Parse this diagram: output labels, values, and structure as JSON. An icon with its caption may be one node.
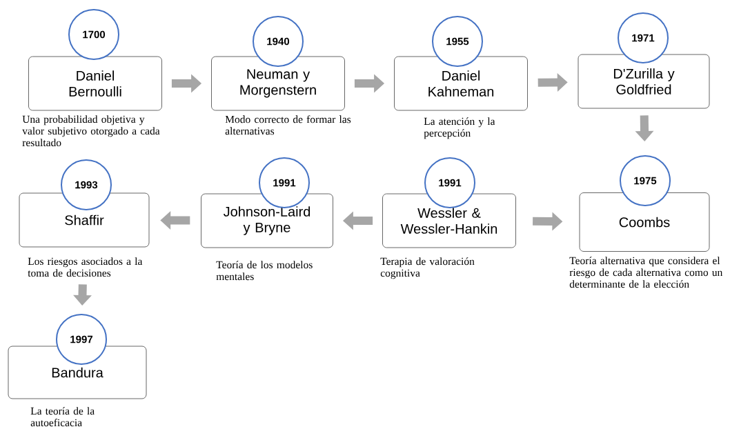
{
  "diagram": {
    "nodes": [
      {
        "text": [
          "1700"
        ]
      },
      {
        "text": [
          "Daniel Bernoulli"
        ],
        "beside": [
          "Una probabilidad objetiva y valor subjetivo otorgado a cada resultado"
        ]
      },
      {
        "text": [
          "1940"
        ]
      },
      {
        "text": [
          "Neuman y Morgenstern"
        ],
        "beside": [
          "Modo correcto de formar las alternativas"
        ]
      },
      {
        "text": [
          "1955"
        ]
      },
      {
        "text": [
          "Daniel Kahneman"
        ],
        "beside": [
          "La atención y la percepción"
        ]
      },
      {
        "text": [
          "1971"
        ]
      },
      {
        "text": [
          "D'Zurilla y Goldfried"
        ]
      },
      {
        "text": [
          "1993"
        ]
      },
      {
        "text": [
          "Shaffir"
        ],
        "beside": [
          "Los riesgos asociados a la toma de decisiones"
        ]
      },
      {
        "text": [
          "1991"
        ]
      },
      {
        "text": [
          "Johnson-Laird y Bryne"
        ],
        "beside": [
          "Teoría de los modelos mentales"
        ]
      },
      {
        "text": [
          "1991"
        ]
      },
      {
        "text": [
          "Wessler & Wessler-Hankin"
        ],
        "beside": [
          "Terapia de valoración cognitiva"
        ]
      },
      {
        "text": [
          "1975"
        ]
      },
      {
        "text": [
          "Coombs"
        ],
        "beside": [
          "Teoría alternativa que considera el riesgo de cada alternativa como un determinante de la elección"
        ]
      },
      {
        "text": [
          "1997"
        ]
      },
      {
        "text": [
          "Bandura"
        ],
        "beside": [
          "La teoría de la autoeficacia"
        ]
      }
    ],
    "edges": [
      {
        "from": 1,
        "to": 3,
        "arrow": "to"
      },
      {
        "from": 3,
        "to": 5,
        "arrow": "to"
      },
      {
        "from": 5,
        "to": 7,
        "arrow": "to"
      },
      {
        "from": 7,
        "to": 14,
        "arrow": "to"
      },
      {
        "from": 13,
        "to": 15,
        "arrow": "to"
      },
      {
        "from": 13,
        "to": 11,
        "arrow": "to"
      },
      {
        "from": 11,
        "to": 9,
        "arrow": "to"
      },
      {
        "from": 9,
        "to": 16,
        "arrow": "to"
      }
    ]
  }
}
